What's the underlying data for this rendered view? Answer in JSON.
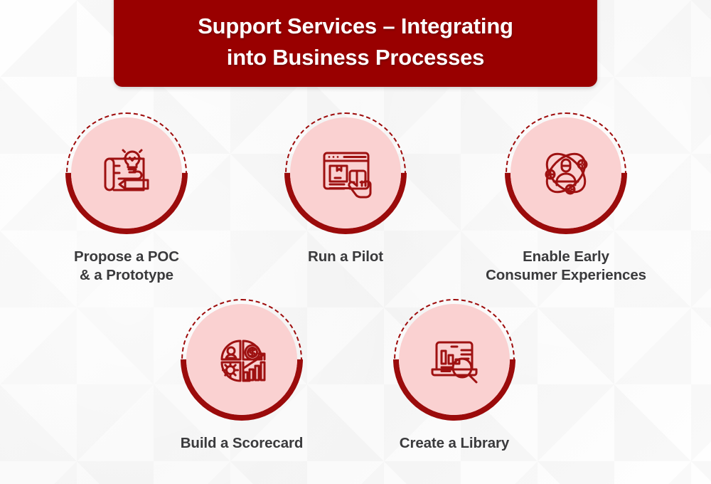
{
  "banner": {
    "title": "Support Services – Integrating\ninto Business Processes",
    "background_color": "#990000",
    "text_color": "#ffffff"
  },
  "theme": {
    "accent_dark_red": "#990000",
    "circle_fill_pink": "#fad1d1",
    "ring_red": "#9b0b0b",
    "label_color": "#3a3a3c",
    "page_background": "#fbfbfb"
  },
  "items": [
    {
      "label": "Propose a POC\n& a Prototype",
      "icon": "blueprint-lightbulb-pencil-icon"
    },
    {
      "label": "Run a Pilot",
      "icon": "browser-package-click-icon"
    },
    {
      "label": "Enable Early\nConsumer Experiences",
      "icon": "atom-person-network-icon"
    },
    {
      "label": "Build a Scorecard",
      "icon": "scorecard-quadrant-icon"
    },
    {
      "label": "Create a Library",
      "icon": "monitor-chart-magnifier-icon"
    }
  ]
}
